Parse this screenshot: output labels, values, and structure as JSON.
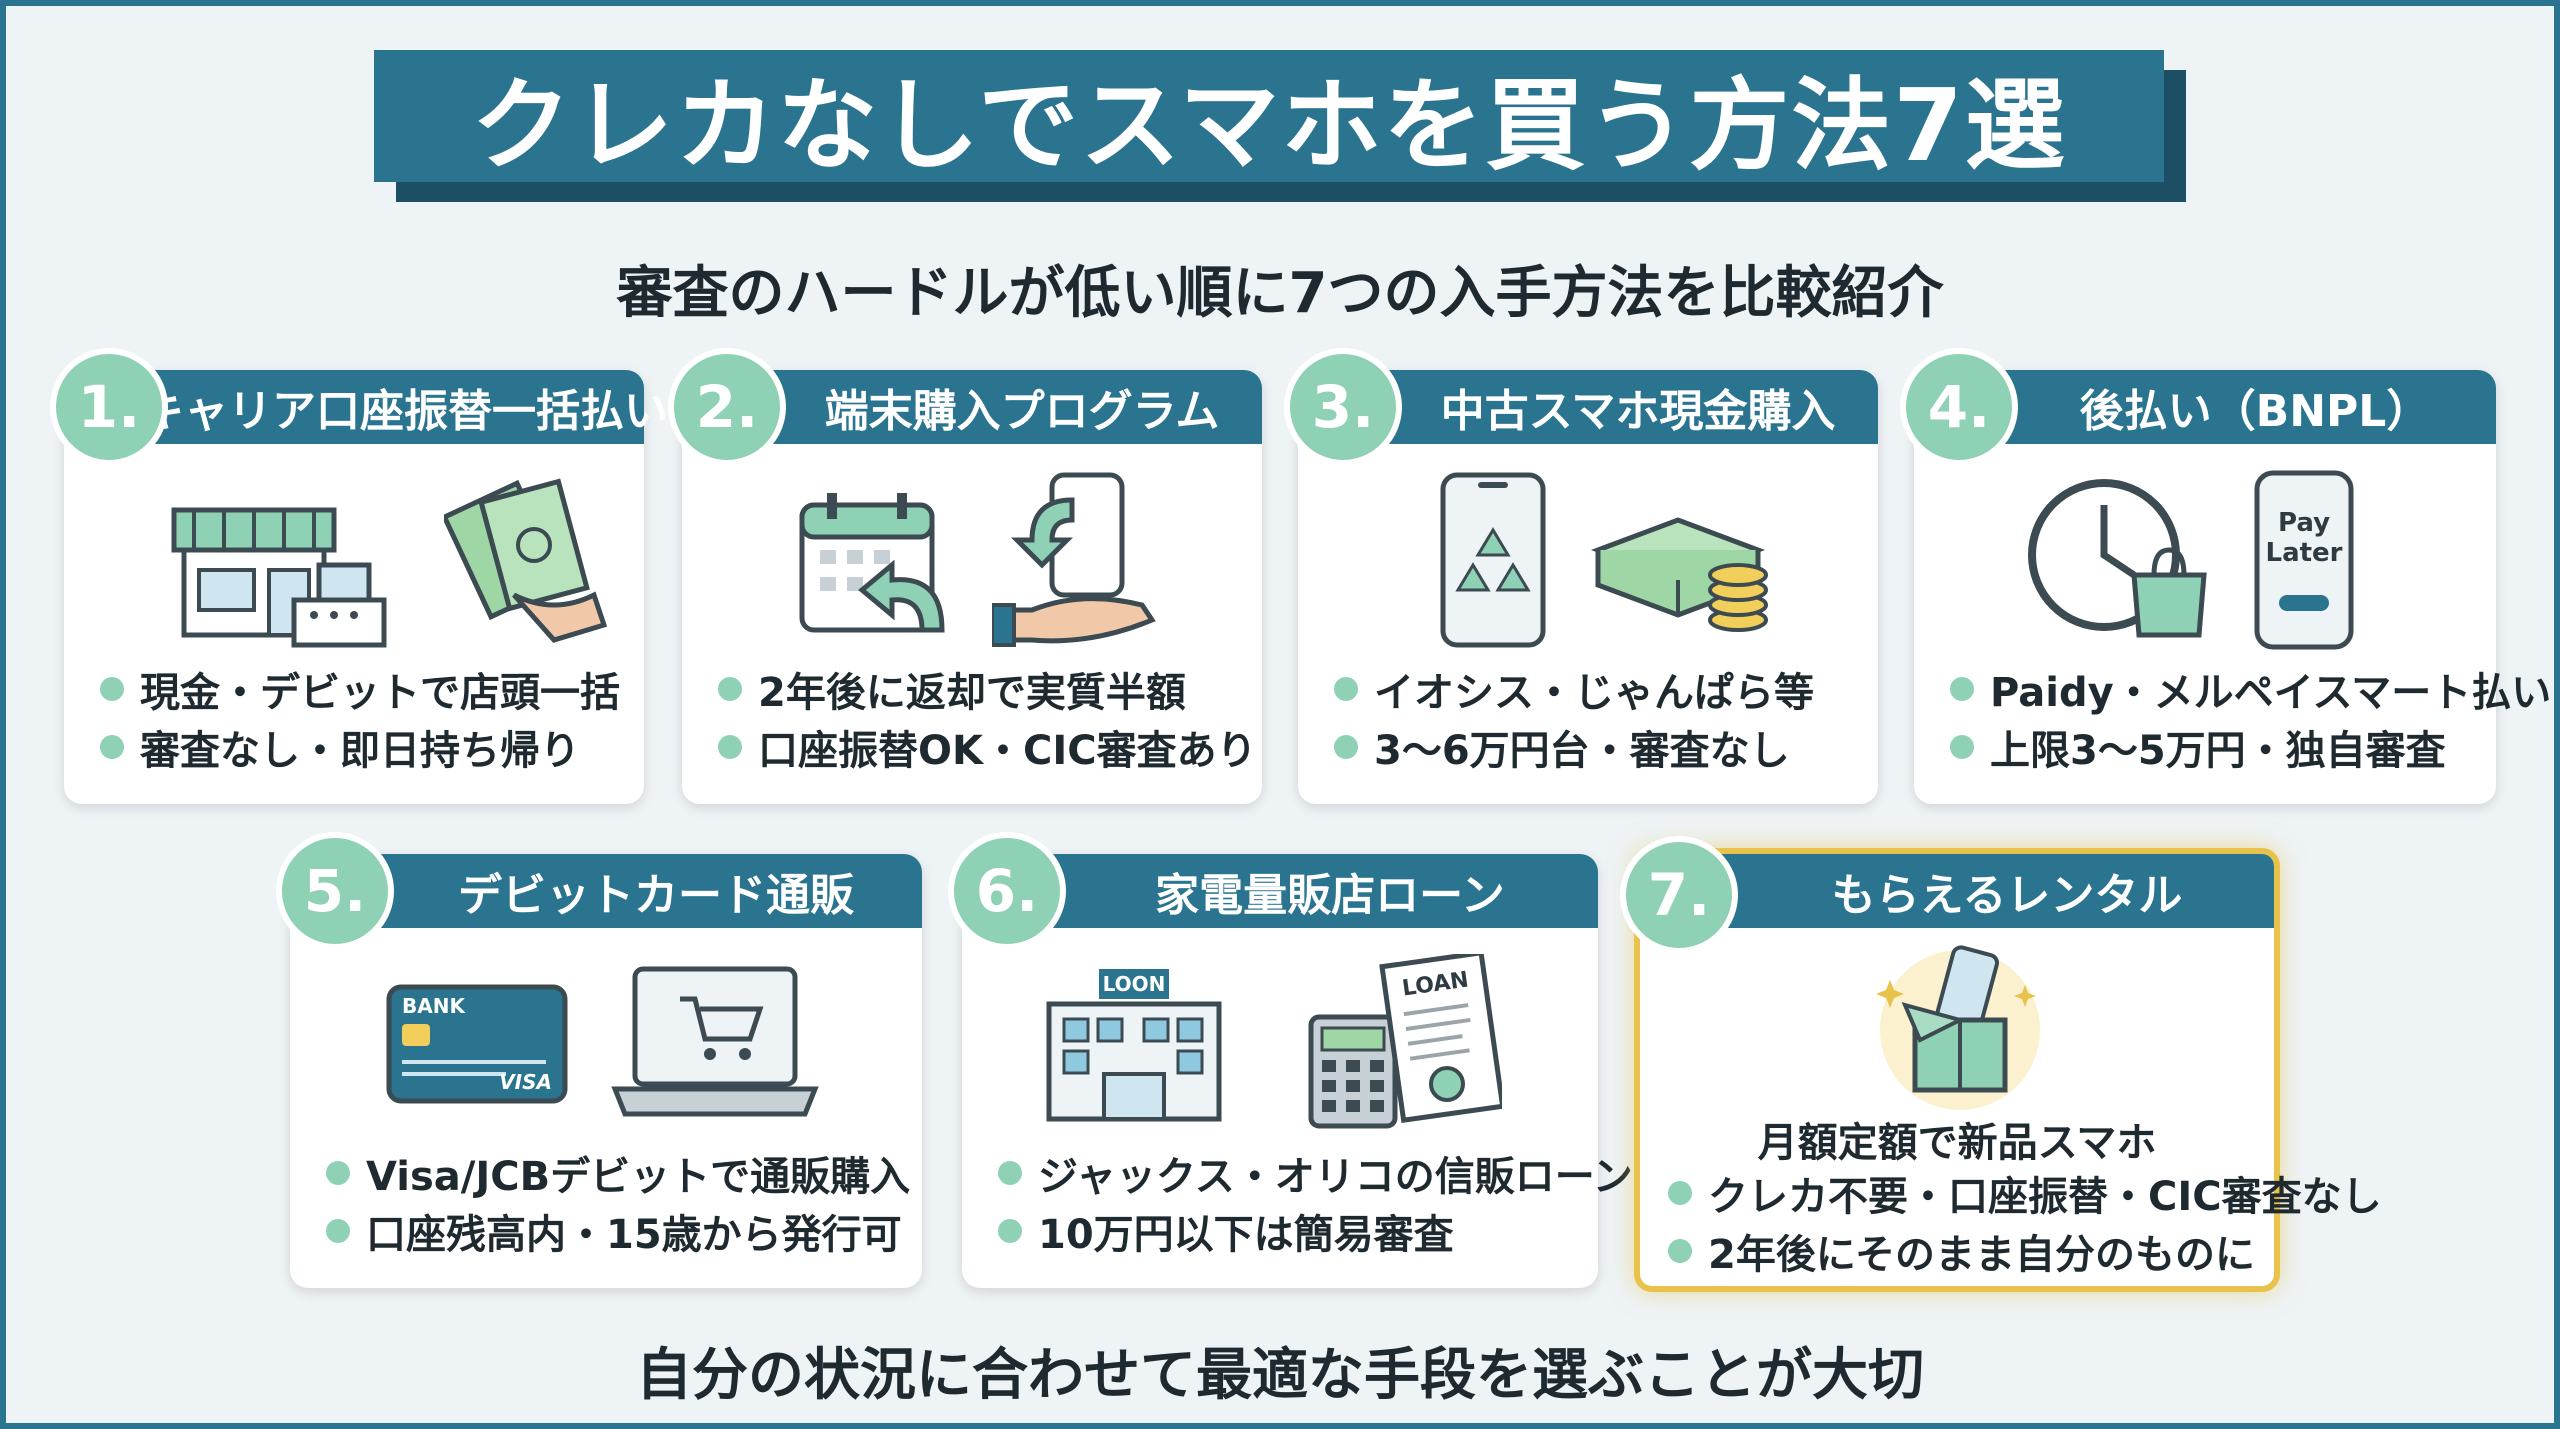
{
  "title": "クレカなしでスマホを買う方法7選",
  "subtitle": "審査のハードルが低い順に7つの入手方法を比較紹介",
  "footer": "自分の状況に合わせて最適な手段を選ぶことが大切",
  "colors": {
    "header": "#2a7490",
    "badge": "#8fd1b4",
    "highlight": "#e8c24a"
  },
  "cards": [
    {
      "num": "1.",
      "label": "キャリア口座振替一括払い",
      "icons": [
        "store-icon",
        "cash-register-icon",
        "cash-in-hand-icon"
      ],
      "bullets": [
        "現金・デビットで店頭一括",
        "審査なし・即日持ち帰り"
      ]
    },
    {
      "num": "2.",
      "label": "端末購入プログラム",
      "icons": [
        "calendar-return-icon",
        "phone-return-hand-icon"
      ],
      "bullets": [
        "2年後に返却で実質半額",
        "口座振替OK・CIC審査あり"
      ]
    },
    {
      "num": "3.",
      "label": "中古スマホ現金購入",
      "icons": [
        "recycle-phone-icon",
        "cash-coins-icon"
      ],
      "bullets": [
        "イオシス・じゃんぱら等",
        "3〜6万円台・審査なし"
      ]
    },
    {
      "num": "4.",
      "label": "後払い（BNPL）",
      "icons": [
        "clock-icon",
        "shopping-bag-icon",
        "pay-later-phone-icon"
      ],
      "phone_text": [
        "Pay",
        "Later"
      ],
      "bullets": [
        "Paidy・メルペイスマート払い",
        "上限3〜5万円・独自審査"
      ]
    },
    {
      "num": "5.",
      "label": "デビットカード通販",
      "icons": [
        "debit-card-icon",
        "laptop-cart-icon"
      ],
      "card_bank": "BANK",
      "card_brand": "VISA",
      "bullets": [
        "Visa/JCBデビットで通販購入",
        "口座残高内・15歳から発行可"
      ]
    },
    {
      "num": "6.",
      "label": "家電量販店ローン",
      "icons": [
        "building-icon",
        "calculator-icon",
        "loan-document-icon"
      ],
      "building_sign": "LOON",
      "doc_title": "LOAN",
      "bullets": [
        "ジャックス・オリコの信販ローン",
        "10万円以下は簡易審査"
      ]
    },
    {
      "num": "7.",
      "label": "もらえるレンタル",
      "icons": [
        "gift-box-phone-icon"
      ],
      "headline": "月額定額で新品スマホ",
      "bullets": [
        "クレカ不要・口座振替・CIC審査なし",
        "2年後にそのまま自分のものに"
      ]
    }
  ]
}
